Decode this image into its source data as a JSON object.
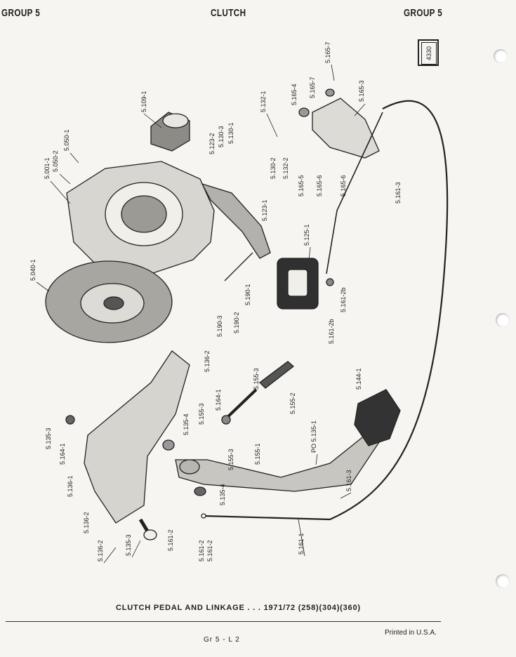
{
  "header": {
    "left": "GROUP 5",
    "center": "CLUTCH",
    "right": "GROUP 5",
    "page_code": "4330"
  },
  "part_labels": [
    "5.109-1",
    "5.001-1",
    "5.050-2",
    "5.050-1",
    "5.123-2",
    "5.130-3",
    "5.130-1",
    "5.132-1",
    "5.130-2",
    "5.132-2",
    "5.165-7",
    "5.165-7",
    "5.165-4",
    "5.165-3",
    "5.165-5",
    "5.165-6",
    "5.165-6",
    "5.161-3",
    "5.123-1",
    "5.125-1",
    "5.040-1",
    "5.190-1",
    "5.190-2",
    "5.190-3",
    "5.161-2b",
    "5.161-2b",
    "5.136-2",
    "5.155-3",
    "5.164-1",
    "5.155-3",
    "5.135-4",
    "5.155-2",
    "5.144-1",
    "5.135-3",
    "5.164-1",
    "5.136-1",
    "PO 5.135-1",
    "5.155-1",
    "5.155-3",
    "5.135-4",
    "5.136-2",
    "5.161-3",
    "5.136-2",
    "5.135-3",
    "5.161-2",
    "5.161-2",
    "5.161-2",
    "5.161-1"
  ],
  "caption": "CLUTCH PEDAL AND LINKAGE . . . 1971/72 (258)(304)(360)",
  "footer": {
    "page": "Gr 5 - L 2",
    "printed": "Printed in U.S.A."
  }
}
